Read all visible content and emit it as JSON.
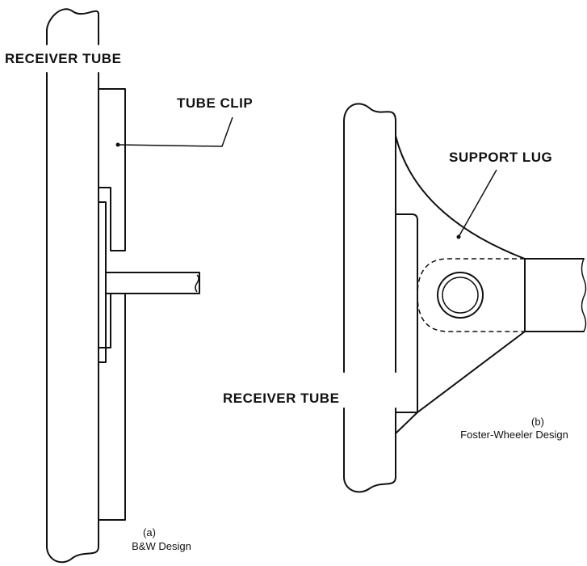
{
  "panel_a": {
    "receiver_tube_label": "RECEIVER TUBE",
    "tube_clip_label": "TUBE CLIP",
    "caption_letter": "(a)",
    "caption_text": "B&W Design"
  },
  "panel_b": {
    "support_lug_label": "SUPPORT LUG",
    "receiver_tube_label": "RECEIVER TUBE",
    "caption_letter": "(b)",
    "caption_text": "Foster-Wheeler Design"
  }
}
